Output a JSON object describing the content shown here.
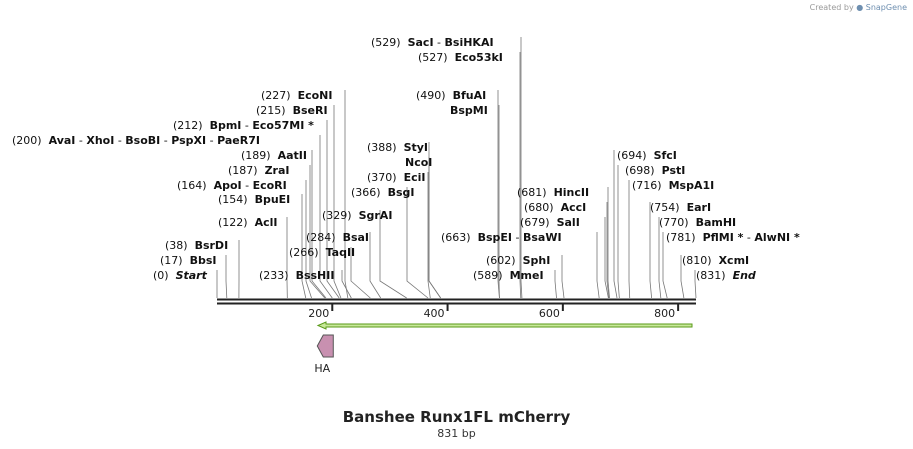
{
  "credit": {
    "text": "Created by",
    "brand": "SnapGene"
  },
  "plasmid": {
    "name": "Banshee Runx1FL mCherry",
    "length_label": "831 bp",
    "length": 831
  },
  "ruler_ticks": [
    "200",
    "400",
    "600",
    "800"
  ],
  "colors": {
    "arrow_fill": "#c8e89a",
    "arrow_stroke": "#5a9a1a",
    "ha_fill": "#c890b0",
    "ha_stroke": "#555555"
  },
  "features": [
    {
      "name": "HA",
      "start": 170,
      "end": 200,
      "direction": "reverse"
    },
    {
      "name": "",
      "start": 170,
      "end": 831,
      "direction": "reverse"
    }
  ],
  "sites": [
    {
      "pos": 0,
      "position": "(0)",
      "parts": [
        {
          "t": "Start",
          "s": "it"
        }
      ]
    },
    {
      "pos": 17,
      "position": "(17)",
      "parts": [
        {
          "t": "BbsI"
        }
      ]
    },
    {
      "pos": 38,
      "position": "(38)",
      "parts": [
        {
          "t": "BsrDI"
        }
      ]
    },
    {
      "pos": 122,
      "position": "(122)",
      "parts": [
        {
          "t": "AclI"
        }
      ]
    },
    {
      "pos": 154,
      "position": "(154)",
      "parts": [
        {
          "t": "BpuEI"
        }
      ]
    },
    {
      "pos": 164,
      "position": "(164)",
      "parts": [
        {
          "t": "ApoI"
        },
        {
          "t": " - ",
          "s": "pos"
        },
        {
          "t": "EcoRI"
        }
      ]
    },
    {
      "pos": 187,
      "position": "(187)",
      "parts": [
        {
          "t": "ZraI"
        }
      ]
    },
    {
      "pos": 189,
      "position": "(189)",
      "parts": [
        {
          "t": "AatII"
        }
      ]
    },
    {
      "pos": 200,
      "position": "(200)",
      "parts": [
        {
          "t": "AvaI"
        },
        {
          "t": " - ",
          "s": "pos"
        },
        {
          "t": "XhoI"
        },
        {
          "t": " - ",
          "s": "pos"
        },
        {
          "t": "BsoBI"
        },
        {
          "t": " - ",
          "s": "pos"
        },
        {
          "t": "PspXI"
        },
        {
          "t": " - ",
          "s": "pos"
        },
        {
          "t": "PaeR7I"
        }
      ]
    },
    {
      "pos": 212,
      "position": "(212)",
      "parts": [
        {
          "t": "BpmI"
        },
        {
          "t": " - ",
          "s": "pos"
        },
        {
          "t": "Eco57MI *"
        }
      ]
    },
    {
      "pos": 215,
      "position": "(215)",
      "parts": [
        {
          "t": "BseRI"
        }
      ]
    },
    {
      "pos": 227,
      "position": "(227)",
      "parts": [
        {
          "t": "EcoNI"
        }
      ]
    },
    {
      "pos": 233,
      "position": "(233)",
      "parts": [
        {
          "t": "BssHII"
        }
      ]
    },
    {
      "pos": 266,
      "position": "(266)",
      "parts": [
        {
          "t": "TaqII"
        }
      ]
    },
    {
      "pos": 284,
      "position": "(284)",
      "parts": [
        {
          "t": "BsaI"
        }
      ]
    },
    {
      "pos": 329,
      "position": "(329)",
      "parts": [
        {
          "t": "SgrAI"
        }
      ]
    },
    {
      "pos": 366,
      "position": "(366)",
      "parts": [
        {
          "t": "BsgI"
        }
      ]
    },
    {
      "pos": 370,
      "position": "(370)",
      "parts": [
        {
          "t": "EciI"
        }
      ]
    },
    {
      "pos": 388,
      "position": "(388)",
      "parts": [
        {
          "t": "StyI"
        }
      ]
    },
    {
      "pos": 388,
      "position": "",
      "parts": [
        {
          "t": "NcoI"
        }
      ]
    },
    {
      "pos": 490,
      "position": "(490)",
      "parts": [
        {
          "t": "BfuAI"
        }
      ]
    },
    {
      "pos": 490,
      "position": "",
      "parts": [
        {
          "t": "BspMI"
        }
      ]
    },
    {
      "pos": 527,
      "position": "(527)",
      "parts": [
        {
          "t": "Eco53kI"
        }
      ]
    },
    {
      "pos": 529,
      "position": "(529)",
      "parts": [
        {
          "t": "SacI"
        },
        {
          "t": " - ",
          "s": "pos"
        },
        {
          "t": "BsiHKAI"
        }
      ]
    },
    {
      "pos": 589,
      "position": "(589)",
      "parts": [
        {
          "t": "MmeI"
        }
      ]
    },
    {
      "pos": 602,
      "position": "(602)",
      "parts": [
        {
          "t": "SphI"
        }
      ]
    },
    {
      "pos": 663,
      "position": "(663)",
      "parts": [
        {
          "t": "BspEI"
        },
        {
          "t": " - ",
          "s": "pos"
        },
        {
          "t": "BsaWI"
        }
      ]
    },
    {
      "pos": 679,
      "position": "(679)",
      "parts": [
        {
          "t": "SalI"
        }
      ]
    },
    {
      "pos": 680,
      "position": "(680)",
      "parts": [
        {
          "t": "AccI"
        }
      ]
    },
    {
      "pos": 681,
      "position": "(681)",
      "parts": [
        {
          "t": "HincII"
        }
      ]
    },
    {
      "pos": 694,
      "position": "(694)",
      "parts": [
        {
          "t": "SfcI"
        }
      ]
    },
    {
      "pos": 698,
      "position": "(698)",
      "parts": [
        {
          "t": "PstI"
        }
      ]
    },
    {
      "pos": 716,
      "position": "(716)",
      "parts": [
        {
          "t": "MspA1I"
        }
      ]
    },
    {
      "pos": 754,
      "position": "(754)",
      "parts": [
        {
          "t": "EarI"
        }
      ]
    },
    {
      "pos": 770,
      "position": "(770)",
      "parts": [
        {
          "t": "BamHI"
        }
      ]
    },
    {
      "pos": 781,
      "position": "(781)",
      "parts": [
        {
          "t": "PflMI *"
        },
        {
          "t": " - ",
          "s": "pos"
        },
        {
          "t": "AlwNI *"
        }
      ]
    },
    {
      "pos": 810,
      "position": "(810)",
      "parts": [
        {
          "t": "XcmI"
        }
      ]
    },
    {
      "pos": 831,
      "position": "(831)",
      "parts": [
        {
          "t": "End",
          "s": "it"
        }
      ]
    }
  ]
}
